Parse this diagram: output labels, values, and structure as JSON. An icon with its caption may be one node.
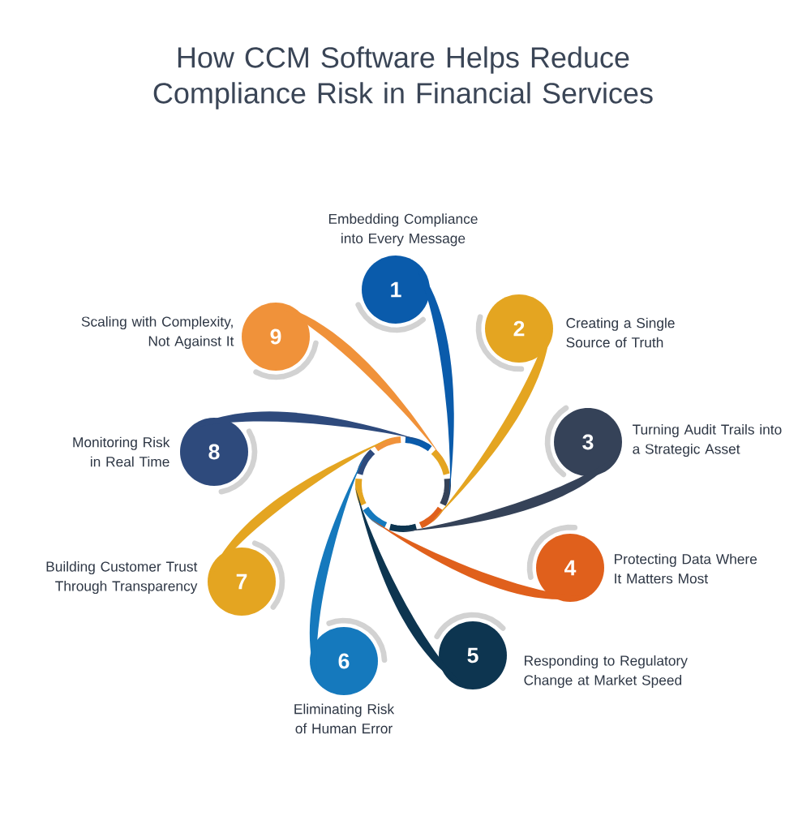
{
  "diagram": {
    "title": "How CCM Software Helps Reduce Compliance Risk in Financial Services",
    "nodes": [
      {
        "text": [
          "1"
        ],
        "beside": [
          "Embedding Compliance into Every Message"
        ]
      },
      {
        "text": [
          "2"
        ],
        "beside": [
          "Creating a Single Source of Truth"
        ]
      },
      {
        "text": [
          "3"
        ],
        "beside": [
          "Turning Audit Trails into a Strategic Asset"
        ]
      },
      {
        "text": [
          "4"
        ],
        "beside": [
          "Protecting Data Where It Matters Most"
        ]
      },
      {
        "text": [
          "5"
        ],
        "beside": [
          "Responding to Regulatory Change at Market Speed"
        ]
      },
      {
        "text": [
          "6"
        ],
        "beside": [
          "Eliminating Risk of Human Error"
        ]
      },
      {
        "text": [
          "7"
        ],
        "beside": [
          "Building Customer Trust Through Transparency"
        ]
      },
      {
        "text": [
          "8"
        ],
        "beside": [
          "Monitoring Risk in Real Time"
        ]
      },
      {
        "text": [
          "9"
        ],
        "beside": [
          "Scaling with Complexity, Not Against It"
        ]
      },
      {
        "text": [],
        "shape": "circle"
      }
    ],
    "edges": [
      {
        "from": 9,
        "to": 0,
        "arrow": "none",
        "color": "#0a5bab"
      },
      {
        "from": 9,
        "to": 1,
        "arrow": "none",
        "color": "#e4a521"
      },
      {
        "from": 9,
        "to": 2,
        "arrow": "none",
        "color": "#354258"
      },
      {
        "from": 9,
        "to": 3,
        "arrow": "none",
        "color": "#e0601c"
      },
      {
        "from": 9,
        "to": 4,
        "arrow": "none",
        "color": "#0d3550"
      },
      {
        "from": 9,
        "to": 5,
        "arrow": "none",
        "color": "#1579bd"
      },
      {
        "from": 9,
        "to": 6,
        "arrow": "none",
        "color": "#e4a521"
      },
      {
        "from": 9,
        "to": 7,
        "arrow": "none",
        "color": "#2e4a7c"
      },
      {
        "from": 9,
        "to": 8,
        "arrow": "none",
        "color": "#f0923a"
      }
    ]
  }
}
